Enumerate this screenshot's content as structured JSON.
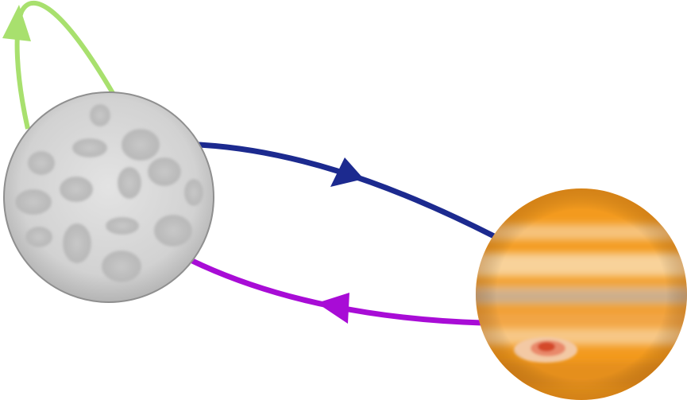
{
  "diagram": {
    "nodes": [
      {
        "id": "moon",
        "icon": "moon-icon",
        "fill": "#d4d4d4",
        "stroke": "#8a8a8a"
      },
      {
        "id": "jupiter",
        "icon": "jupiter-icon",
        "fill": "#f39a1e"
      }
    ],
    "edges": [
      {
        "id": "moon-to-jupiter",
        "from": "moon",
        "to": "jupiter",
        "color": "#1c2a8f"
      },
      {
        "id": "jupiter-to-moon",
        "from": "jupiter",
        "to": "moon",
        "color": "#a80cd6"
      },
      {
        "id": "moon-self-loop",
        "from": "moon",
        "to": "moon",
        "color": "#a8e06e"
      }
    ]
  }
}
